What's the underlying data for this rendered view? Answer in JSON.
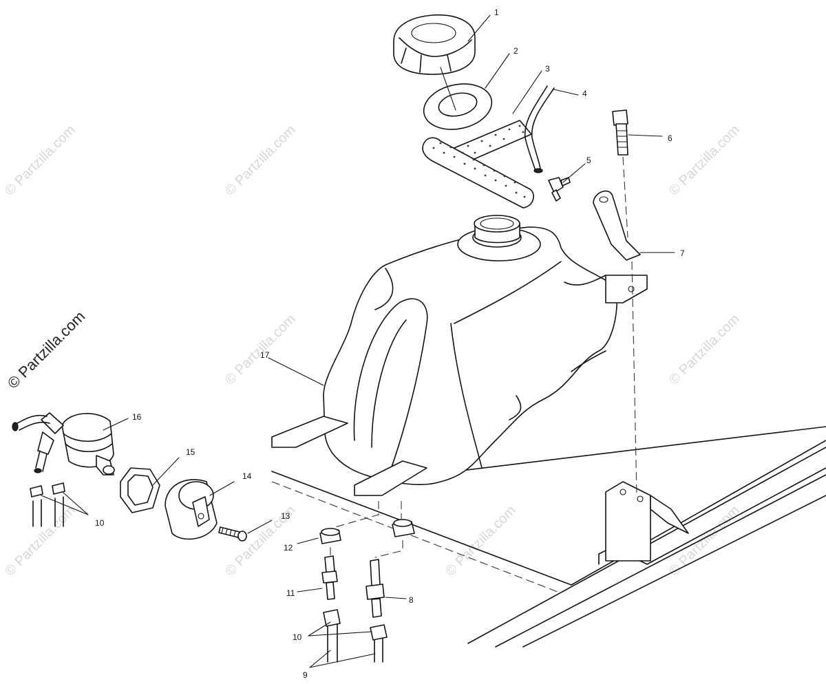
{
  "watermark": {
    "primary": "© Partzilla.com",
    "faint": "© Partzilla.com"
  },
  "callouts": [
    {
      "id": "c1",
      "label": "1"
    },
    {
      "id": "c2",
      "label": "2"
    },
    {
      "id": "c3",
      "label": "3"
    },
    {
      "id": "c4",
      "label": "4"
    },
    {
      "id": "c5",
      "label": "5"
    },
    {
      "id": "c6",
      "label": "6"
    },
    {
      "id": "c7",
      "label": "7"
    },
    {
      "id": "c8",
      "label": "8"
    },
    {
      "id": "c9",
      "label": "9"
    },
    {
      "id": "c10a",
      "label": "10"
    },
    {
      "id": "c10b",
      "label": "10"
    },
    {
      "id": "c11",
      "label": "11"
    },
    {
      "id": "c12",
      "label": "12"
    },
    {
      "id": "c13",
      "label": "13"
    },
    {
      "id": "c14",
      "label": "14"
    },
    {
      "id": "c15",
      "label": "15"
    },
    {
      "id": "c16",
      "label": "16"
    },
    {
      "id": "c17",
      "label": "17"
    }
  ]
}
